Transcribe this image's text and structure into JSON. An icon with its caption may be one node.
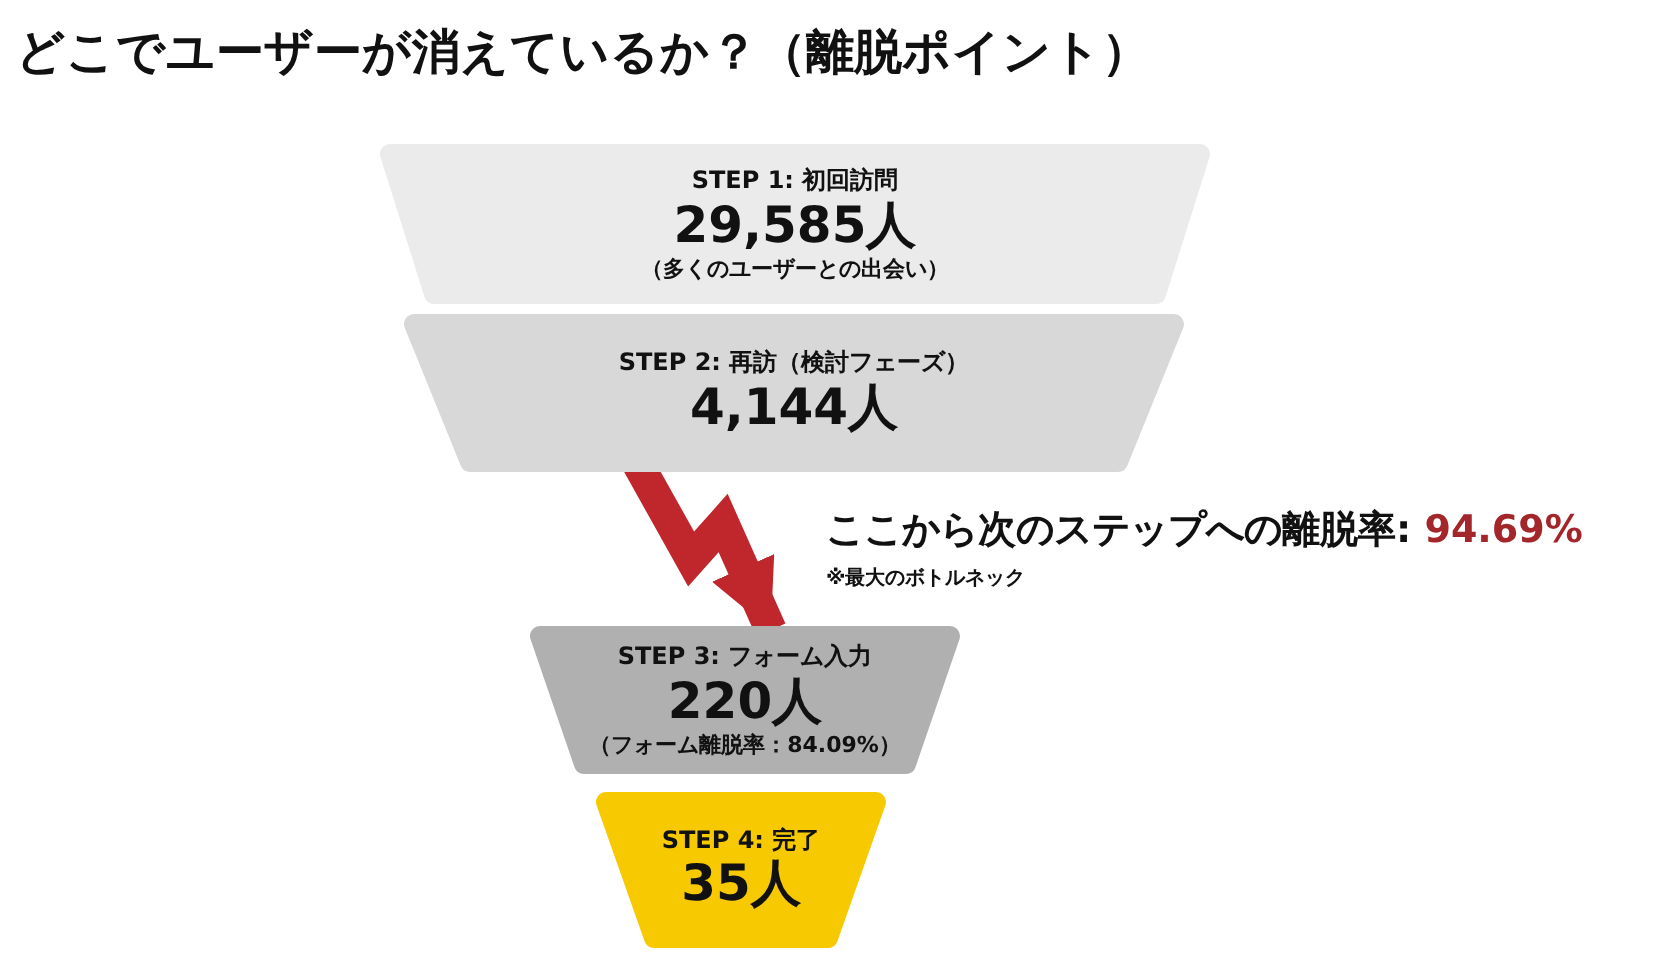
{
  "diagram": {
    "title": "どこでユーザーが消えているか？（離脱ポイント）",
    "nodes": [
      {
        "text": [
          "STEP 1: 初回訪問",
          "29,585人",
          "（多くのユーザーとの出会い）"
        ]
      },
      {
        "text": [
          "STEP 2: 再訪（検討フェーズ）",
          "4,144人"
        ]
      },
      {
        "text": [
          "STEP 3: フォーム入力",
          "220人",
          "（フォーム離脱率：84.09%）"
        ]
      },
      {
        "text": [
          "STEP 4: 完了",
          "35人"
        ]
      }
    ],
    "edges": [
      {
        "from": 1,
        "to": 2,
        "arrow": "to",
        "color": "#c0272d"
      }
    ],
    "labels": [
      "ここから次のステップへの離脱率: **94.69%**",
      "※最大のボトルネック"
    ]
  }
}
